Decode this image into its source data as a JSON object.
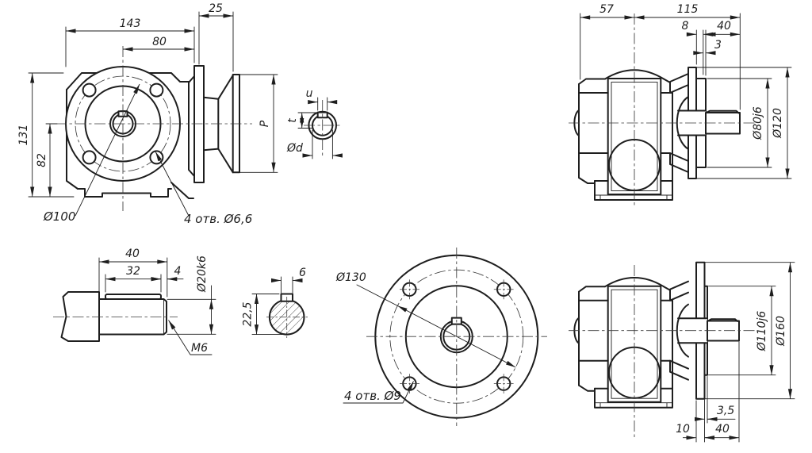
{
  "drawing": {
    "kind": "worm-gear-reducer dimensional drawing",
    "colors": {
      "line": "#1e1e1e",
      "background": "#ffffff"
    },
    "front": {
      "d143": "143",
      "d80": "80",
      "d25": "25",
      "d131": "131",
      "d82": "82",
      "p": "P",
      "bolt_circle": "Ø100",
      "holes": "4 отв. Ø6,6"
    },
    "input_section": {
      "u": "u",
      "t": "t",
      "d": "Ød"
    },
    "side_top": {
      "d57": "57",
      "d115": "115",
      "d8": "8",
      "d40": "40",
      "d3": "3",
      "spigot": "Ø80j6",
      "flange": "Ø120"
    },
    "shaft": {
      "d40": "40",
      "d32": "32",
      "d4": "4",
      "dia": "Ø20k6",
      "thread": "M6"
    },
    "shaft_section": {
      "key": "6",
      "height": "22,5"
    },
    "flange_face": {
      "bolt_circle": "Ø130",
      "holes": "4 отв. Ø9"
    },
    "side_bottom": {
      "spigot": "Ø110j6",
      "flange": "Ø160",
      "lip": "3,5",
      "thick": "10",
      "d40": "40"
    }
  }
}
